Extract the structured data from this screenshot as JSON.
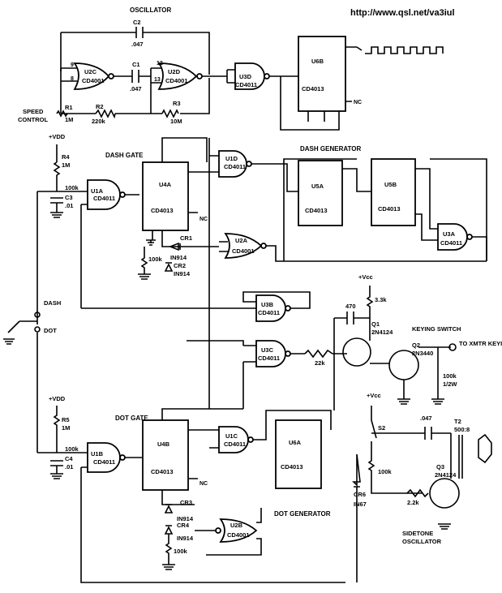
{
  "header": {
    "url": "http://www.qsl.net/va3iul"
  },
  "sections": {
    "oscillator": "OSCILLATOR",
    "dash_gate": "DASH GATE",
    "dash_generator": "DASH GENERATOR",
    "dot_gate": "DOT GATE",
    "dot_generator": "DOT GENERATOR",
    "keying_switch": "KEYING SWITCH",
    "to_xmtr": "TO XMTR KEYING CIRCUIT",
    "sidetone": "SIDETONE OSCILLATOR",
    "speed_control": "SPEED CONTROL"
  },
  "chips": {
    "u2c": [
      "U2C",
      "CD4001"
    ],
    "u2d": [
      "U2D",
      "CD4001"
    ],
    "u3d": [
      "U3D",
      "CD4011"
    ],
    "u6b": [
      "U6B",
      "CD4013"
    ],
    "u1a": [
      "U1A",
      "CD4011"
    ],
    "u4a": [
      "U4A",
      "CD4013"
    ],
    "u1d": [
      "U1D",
      "CD4011"
    ],
    "u5a": [
      "U5A",
      "CD4013"
    ],
    "u5b": [
      "U5B",
      "CD4013"
    ],
    "u2a": [
      "U2A",
      "CD4001"
    ],
    "u3a": [
      "U3A",
      "CD4011"
    ],
    "u3b": [
      "U3B",
      "CD4011"
    ],
    "u3c": [
      "U3C",
      "CD4011"
    ],
    "u1b": [
      "U1B",
      "CD4011"
    ],
    "u4b": [
      "U4B",
      "CD4013"
    ],
    "u1c": [
      "U1C",
      "CD4011"
    ],
    "u6a": [
      "U6A",
      "CD4013"
    ],
    "u2b": [
      "U2B",
      "CD4001"
    ]
  },
  "parts": {
    "c2": [
      "C2",
      ".047"
    ],
    "c1": [
      "C1",
      ".047"
    ],
    "r1": [
      "R1",
      "1M"
    ],
    "r2": [
      "R2",
      "220k"
    ],
    "r3": [
      "R3",
      "10M"
    ],
    "r4": [
      "R4",
      "1M"
    ],
    "c3": [
      "C3",
      ".01"
    ],
    "r4b": "100k",
    "cr1": "CR1",
    "cr2": [
      "CR2",
      "IN914"
    ],
    "cr1d": "IN914",
    "r100a": "100k",
    "r5": [
      "R5",
      "1M"
    ],
    "c4": [
      "C4",
      ".01"
    ],
    "r100b": "100k",
    "cr3": [
      "CR3",
      "IN914"
    ],
    "cr4": [
      "CR4",
      "IN914"
    ],
    "r100c": "100k",
    "c470": "470",
    "r33k": "3.3k",
    "q1": [
      "Q1",
      "2N4124"
    ],
    "r22k": "22k",
    "q2": [
      "Q2",
      "2N3440"
    ],
    "r100d": [
      "100k",
      "1/2W"
    ],
    "s2": "S2",
    "c047": ".047",
    "t2": [
      "T2",
      "500:8"
    ],
    "r100e": "100k",
    "cr6": [
      "CR6",
      "IN67"
    ],
    "r22k2": "2.2k",
    "q3": [
      "Q3",
      "2N4124"
    ],
    "vdd": "+VDD",
    "vcc": "+Vcc",
    "dash": "DASH",
    "dot": "DOT",
    "nc": "NC"
  }
}
